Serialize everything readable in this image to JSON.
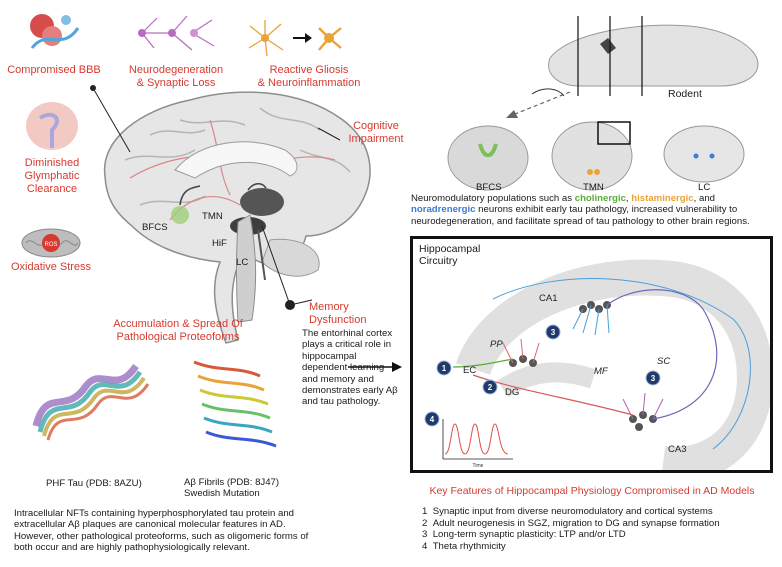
{
  "left_labels": {
    "bbb": "Compromised BBB",
    "neuro": [
      "Neurodegeneration",
      "& Synaptic Loss"
    ],
    "gliosis": [
      "Reactive Gliosis",
      "& Neuroinflammation"
    ],
    "glymphatic": [
      "Diminished",
      "Glymphatic",
      "Clearance"
    ],
    "oxidative": "Oxidative Stress",
    "ros": "ROS",
    "cognitive": [
      "Cognitive",
      "Impairment"
    ],
    "memory": [
      "Memory",
      "Dysfunction"
    ]
  },
  "brain_labels": {
    "bfcs": "BFCS",
    "tmn": "TMN",
    "hif": "HiF",
    "lc": "LC"
  },
  "rodent": {
    "title": "Rodent",
    "sections": [
      "BFCS",
      "TMN",
      "LC"
    ],
    "caption": {
      "p1": "Neuromodulatory populations such as ",
      "cholinergic": "cholinergic",
      "p2": ", ",
      "histaminergic": "histaminergic",
      "p3": ", and",
      "noradrenergic": "noradrenergic",
      "p4": " neurons exhibit early tau pathology, increased vulnerability to",
      "line3": "neurodegeneration, and facilitate spread of tau pathology to other brain regions."
    }
  },
  "proteoforms": {
    "title": [
      "Accumulation & Spread Of",
      "Pathological Proteoforms"
    ],
    "tau": "PHF Tau (PDB: 8AZU)",
    "abeta": [
      "Aβ Fibrils (PDB: 8J47)",
      "Swedish Mutation"
    ],
    "caption": [
      "Intracellular NFTs containing hyperphosphorylated tau protein and",
      "extracellular Aβ plaques are canonical molecular features in AD.",
      "However, other pathological proteoforms, such as oligomeric forms of",
      "both occur and are highly pathophysiologically relevant."
    ]
  },
  "entorhinal": [
    "The entorhinal cortex",
    "plays a critical role in",
    "hippocampal",
    "dependent learning",
    "and memory and",
    "demonstrates early Aβ",
    "and tau pathology."
  ],
  "hippocampus": {
    "title": [
      "Hippocampal",
      "Circuitry"
    ],
    "regions": {
      "ca1": "CA1",
      "ca3": "CA3",
      "ec": "EC",
      "dg": "DG",
      "pp": "PP",
      "mf": "MF",
      "sc": "SC"
    },
    "badges": [
      "1",
      "2",
      "3",
      "3",
      "4"
    ],
    "time_label": "Time"
  },
  "features": {
    "title": "Key Features of Hippocampal Physiology Compromised in AD Models",
    "items": [
      {
        "num": "1",
        "text": "Synaptic input from diverse neuromodulatory and cortical systems"
      },
      {
        "num": "2",
        "text": "Adult neurogenesis in SGZ, migration to DG and synapse formation"
      },
      {
        "num": "3",
        "text": "Long-term synaptic plasticity: LTP and/or LTD"
      },
      {
        "num": "4",
        "text": "Theta rhythmicity"
      }
    ]
  },
  "colors": {
    "accent_red": "#d63a2f",
    "cholinergic": "#5aaa3a",
    "histaminergic": "#e8a33a",
    "noradrenergic": "#3a7bd5",
    "badge": "#1f3a6b"
  }
}
